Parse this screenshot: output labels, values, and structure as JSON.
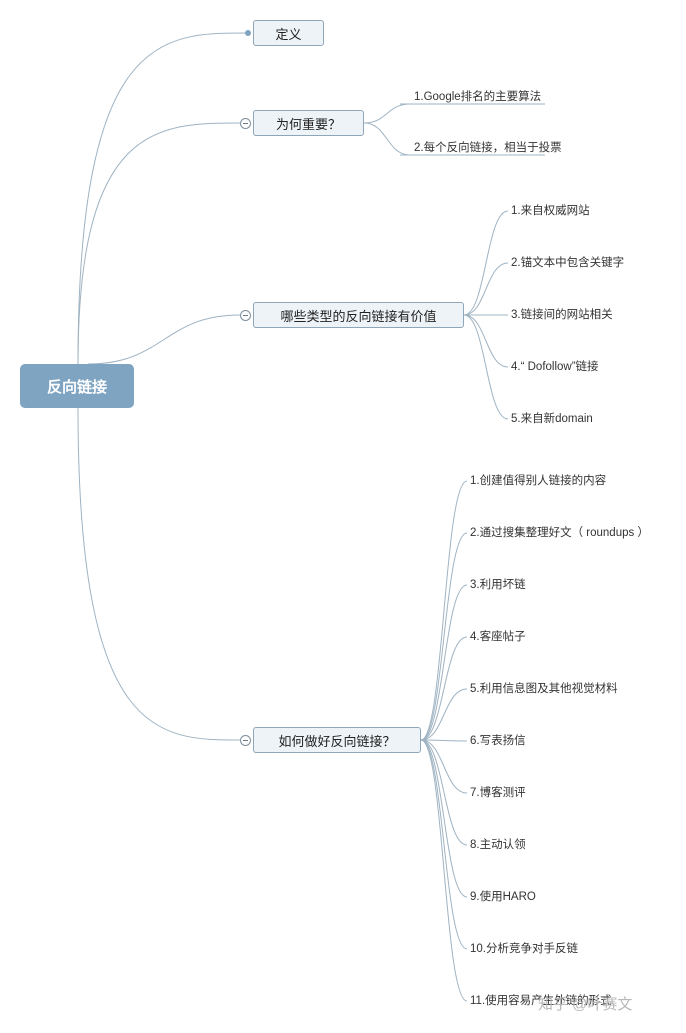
{
  "root": {
    "label": "反向链接"
  },
  "branches": [
    {
      "label": "定义",
      "children": []
    },
    {
      "label": "为何重要？",
      "children": [
        "1.Google排名的主要算法",
        "2.每个反向链接，相当于投票"
      ]
    },
    {
      "label": "哪些类型的反向链接有价值",
      "children": [
        "1.来自权威网站",
        "2.锚文本中包含关键字",
        "3.链接间的网站相关",
        "4.“ Dofollow”链接",
        "5.来自新domain"
      ]
    },
    {
      "label": "如何做好反向链接？",
      "children": [
        "1.创建值得别人链接的内容",
        "2.通过搜集整理好文（ roundups ）",
        "3.利用坏链",
        "4.客座帖子",
        "5.利用信息图及其他视觉材料",
        "6.写表扬信",
        "7.博客测评",
        "8.主动认领",
        "9.使用HARO",
        "10.分析竞争对手反链",
        "11.使用容易产生外链的形式"
      ]
    }
  ],
  "watermark": "知乎 @叶赛文",
  "colors": {
    "root_fill": "#7ea4c2",
    "box_fill": "#eef3f7",
    "box_border": "#8fa6b8",
    "link": "#9fb3c2"
  }
}
